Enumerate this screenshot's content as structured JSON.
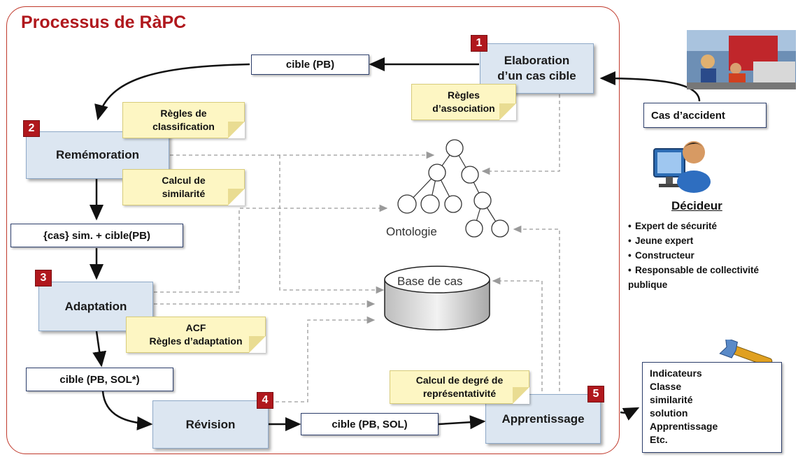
{
  "title": "Processus de RàPC",
  "steps": {
    "elaboration": {
      "num": "1",
      "label": "Elaboration\nd’un cas cible"
    },
    "rememoration": {
      "num": "2",
      "label": "Remémoration"
    },
    "adaptation": {
      "num": "3",
      "label": "Adaptation"
    },
    "revision": {
      "num": "4",
      "label": "Révision"
    },
    "apprentissage": {
      "num": "5",
      "label": "Apprentissage"
    }
  },
  "data_boxes": {
    "cible_pb": "cible (PB)",
    "cas_sim": "{cas} sim. + cible(PB)",
    "cible_pb_sol_star": "cible (PB, SOL*)",
    "cible_pb_sol": "cible (PB, SOL)",
    "cas_accident": "Cas d’accident"
  },
  "notes": {
    "association": "Règles\nd’association",
    "classification": "Règles de\nclassification",
    "similarite": "Calcul de\nsimilarité",
    "adaptation": "ACF\nRègles d’adaptation",
    "representativite": "Calcul de degré de\nreprésentativité"
  },
  "ontologie_label": "Ontologie",
  "base_label": "Base de cas",
  "decideur": {
    "title": "Décideur",
    "roles": [
      "Expert de sécurité",
      "Jeune expert",
      "Constructeur",
      "Responsable de collectivité publique"
    ]
  },
  "indicateurs": [
    "Indicateurs",
    "Classe",
    "similarité",
    "solution",
    "Apprentissage",
    "Etc."
  ],
  "colors": {
    "accent": "#b0181d",
    "step_fill": "#dce6f1",
    "note_fill": "#fdf6c3"
  }
}
